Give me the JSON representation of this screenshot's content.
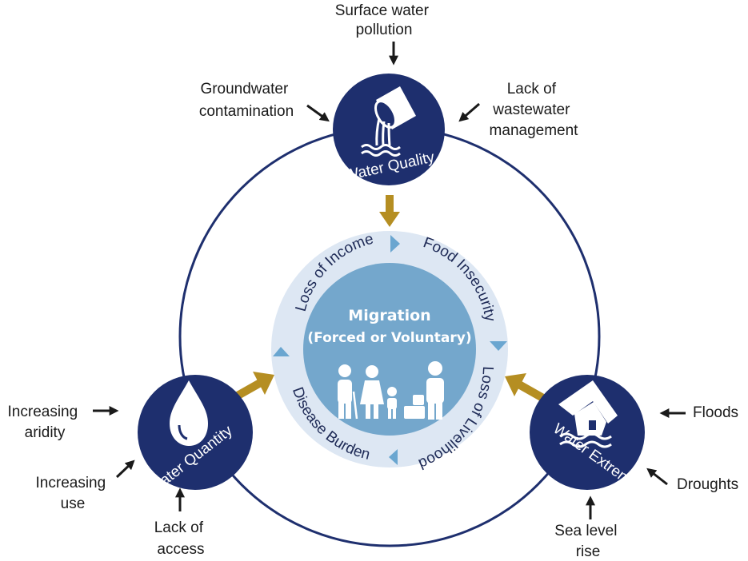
{
  "colors": {
    "navy": "#1e2f6e",
    "ring_light": "#dde7f3",
    "center_blue": "#74a7cc",
    "gold": "#b58e22",
    "cycle_arrow": "#6aa6d0",
    "icon_white": "#ffffff"
  },
  "center": {
    "title": "Migration",
    "subtitle": "(Forced or Voluntary)",
    "icon": "family-icon"
  },
  "cycle": [
    "Loss of Income",
    "Food Insecurity",
    "Loss of Livelihood",
    "Disease Burden"
  ],
  "nodes": {
    "quality": {
      "label": "Water Quality",
      "icon": "pouring-pipe-icon",
      "drivers": {
        "top": [
          "Surface water",
          "pollution"
        ],
        "left": [
          "Groundwater",
          "contamination"
        ],
        "right": [
          "Lack of",
          "wastewater",
          "management"
        ]
      }
    },
    "quantity": {
      "label": "Water Quantity",
      "icon": "water-drop-icon",
      "drivers": {
        "left": [
          "Increasing",
          "aridity"
        ],
        "lower_left": [
          "Increasing",
          "use"
        ],
        "bottom": [
          "Lack of",
          "access"
        ]
      }
    },
    "extremes": {
      "label": "Water Extremes",
      "icon": "flooded-house-icon",
      "drivers": {
        "right": [
          "Floods"
        ],
        "lower_right": [
          "Droughts"
        ],
        "bottom": [
          "Sea level",
          "rise"
        ]
      }
    }
  }
}
